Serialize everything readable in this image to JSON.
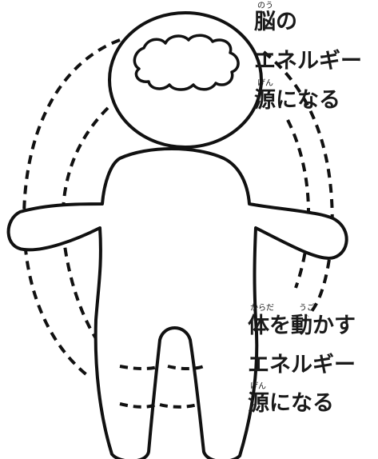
{
  "brain_label": {
    "line1": "脳の",
    "line1_ruby": "のう",
    "line2": "エネルギー",
    "line3": "源になる",
    "line3_ruby": "げん"
  },
  "body_label": {
    "line1": "体を動かす",
    "line1_ruby_a": "からだ",
    "line1_ruby_b": "うご",
    "line2": "エネルギー",
    "line3": "源になる",
    "line3_ruby": "げん"
  }
}
